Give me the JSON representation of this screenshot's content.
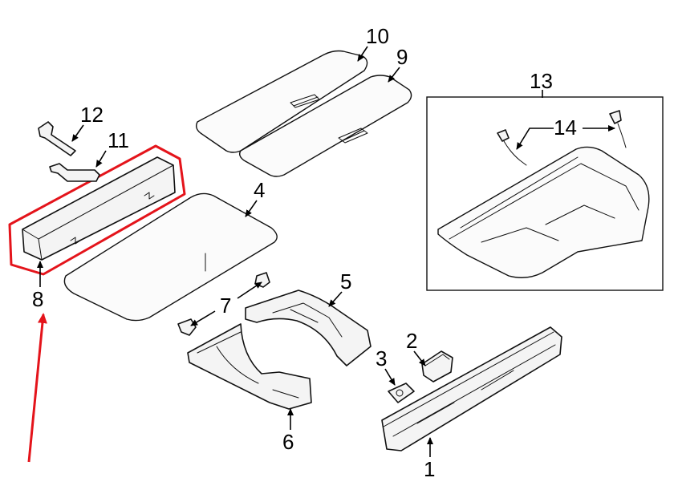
{
  "callouts": {
    "c1": "1",
    "c2": "2",
    "c3": "3",
    "c4": "4",
    "c5": "5",
    "c6": "6",
    "c7": "7",
    "c8": "8",
    "c9": "9",
    "c10": "10",
    "c11": "11",
    "c12": "12",
    "c13": "13",
    "c14": "14"
  },
  "highlight_color": "#e4141b",
  "line_color": "#111111"
}
